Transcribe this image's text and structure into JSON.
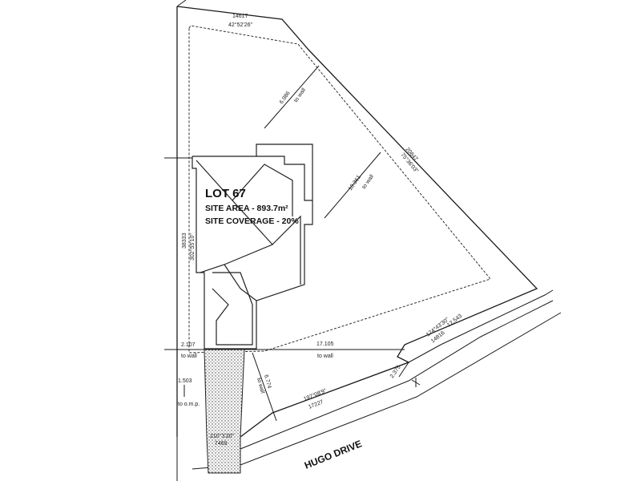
{
  "lot": {
    "title": "LOT 67",
    "site_area": "SITE AREA - 893.7m²",
    "site_coverage": "SITE COVERAGE - 20%"
  },
  "road": {
    "name": "HUGO DRIVE"
  },
  "dimensions": {
    "top_length": "14617",
    "top_bearing": "42°52'26\"",
    "right_length": "20847",
    "right_bearing": "75°36'03\"",
    "left_length": "38333",
    "left_bearing": "302°55'10\"",
    "setback_top": "6.986",
    "setback_top_note": "to wall",
    "setback_right": "10.361",
    "setback_right_note": "to wall",
    "wall_left": "2.107",
    "wall_left_note": "to wall",
    "wall_mid": "17.105",
    "wall_mid_note": "to wall",
    "front_setback": "6.774",
    "front_setback_note": "to wall",
    "side_1503": "1.503",
    "side_1503_note": "to o.m.p.",
    "small_2375": "2.375",
    "lower_right_bearing": "174°43'30\"",
    "lower_right_length": "14816",
    "lower_right_length2": "12.543",
    "front_bearing": "197°08'9\"",
    "front_length": "17227",
    "bottom_bearing": "210°3'20\"",
    "bottom_length": "7469"
  }
}
